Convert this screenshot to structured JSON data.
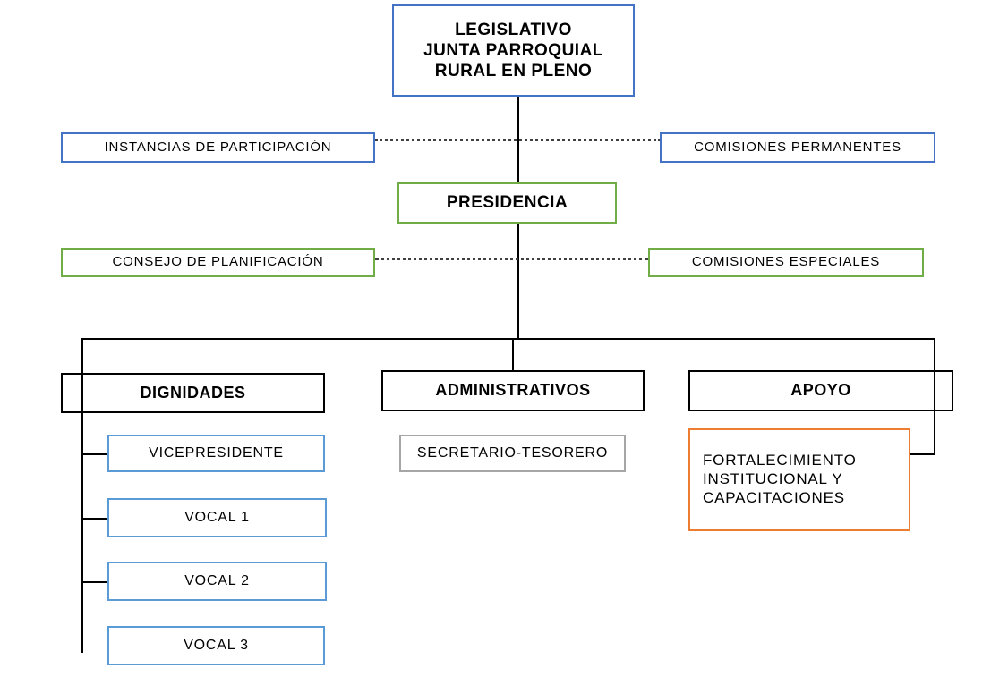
{
  "diagram": {
    "title": "Organigrama Junta Parroquial Rural",
    "type": "organizational-chart",
    "colors": {
      "blue": "#4472C4",
      "light_blue": "#5B9BD5",
      "green": "#70AD47",
      "black": "#000000",
      "gray": "#A6A6A6",
      "orange": "#ED7D31"
    },
    "nodes": {
      "legislativo": {
        "line1": "LEGISLATIVO",
        "line2": "JUNTA PARROQUIAL",
        "line3": "RURAL EN PLENO"
      },
      "instancias_participacion": "INSTANCIAS DE PARTICIPACIÓN",
      "comisiones_permanentes": "COMISIONES PERMANENTES",
      "presidencia": "PRESIDENCIA",
      "consejo_planificacion": "CONSEJO DE PLANIFICACIÓN",
      "comisiones_especiales": "COMISIONES ESPECIALES",
      "dignidades": "DIGNIDADES",
      "administrativos": "ADMINISTRATIVOS",
      "apoyo": "APOYO",
      "vicepresidente": "VICEPRESIDENTE",
      "vocal_1": "VOCAL 1",
      "vocal_2": "VOCAL 2",
      "vocal_3": "VOCAL 3",
      "secretario_tesorero": "SECRETARIO-TESORERO",
      "fortalecimiento": {
        "line1": "FORTALECIMIENTO",
        "line2": "INSTITUCIONAL   Y",
        "line3": "CAPACITACIONES"
      }
    }
  }
}
